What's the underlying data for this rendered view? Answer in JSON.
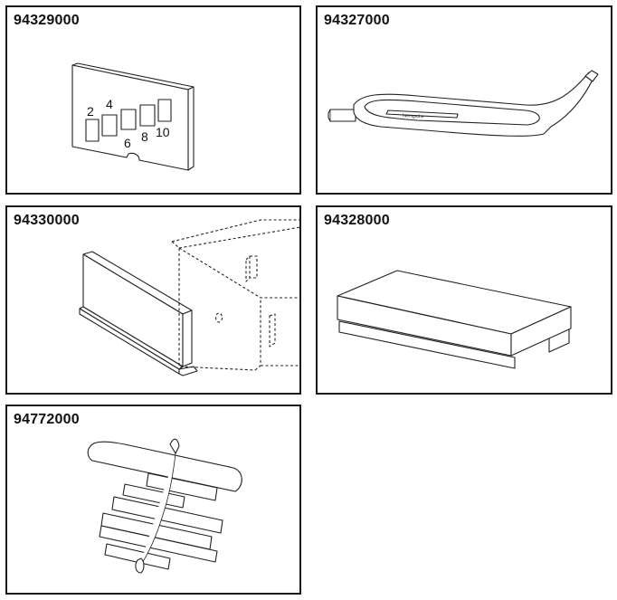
{
  "panels": [
    {
      "code": "94329000",
      "icon": "gauge-plate-icon",
      "labels": [
        "2",
        "4",
        "6",
        "8",
        "10"
      ]
    },
    {
      "code": "94327000",
      "icon": "tool-lever-icon",
      "handle_text": "hansgrohe"
    },
    {
      "code": "94330000",
      "icon": "mounting-strip-drawer-icon"
    },
    {
      "code": "94328000",
      "icon": "cover-plate-icon"
    },
    {
      "code": "94772000",
      "icon": "spacer-set-icon"
    }
  ]
}
